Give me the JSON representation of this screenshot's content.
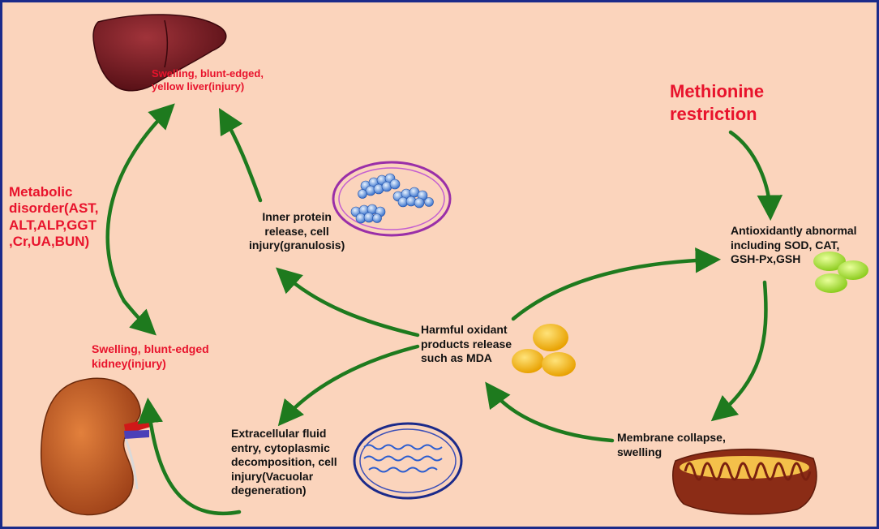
{
  "colors": {
    "background": "#fbd4bc",
    "border": "#1b2a8a",
    "arrow": "#1e7a1e",
    "red_text": "#e8132c",
    "black_text": "#111111"
  },
  "nodes": {
    "methionine": {
      "lines": [
        "Methionine",
        "restriction"
      ]
    },
    "liver": {
      "lines": [
        "Swelling, blunt-edged,",
        "yellow liver(injury)"
      ]
    },
    "metabolic": {
      "lines": [
        "Metabolic",
        "disorder(AST,",
        "ALT,ALP,GGT",
        ",Cr,UA,BUN)"
      ]
    },
    "kidney": {
      "lines": [
        "Swelling, blunt-edged",
        "kidney(injury)"
      ]
    },
    "inner_protein": {
      "lines": [
        "Inner protein",
        "release, cell",
        "injury(granulosis)"
      ]
    },
    "antioxidant": {
      "lines": [
        "Antioxidantly abnormal",
        "including SOD, CAT,",
        "GSH-Px,GSH"
      ]
    },
    "harmful": {
      "lines": [
        "Harmful oxidant",
        "products release",
        "such as MDA"
      ]
    },
    "extracellular": {
      "lines": [
        "Extracellular fluid",
        "entry, cytoplasmic",
        "decomposition, cell",
        "injury(Vacuolar",
        "degeneration)"
      ]
    },
    "membrane": {
      "lines": [
        "Membrane collapse,",
        "swelling"
      ]
    }
  },
  "icons": {
    "liver": "liver-icon",
    "kidney": "kidney-icon",
    "granule_cell": "granule-cell-icon",
    "vacuole_cell": "vacuole-cell-icon",
    "green_spheres": "antioxidant-spheres-icon",
    "yellow_spheres": "mda-spheres-icon",
    "mitochondrion": "mitochondrion-icon"
  }
}
